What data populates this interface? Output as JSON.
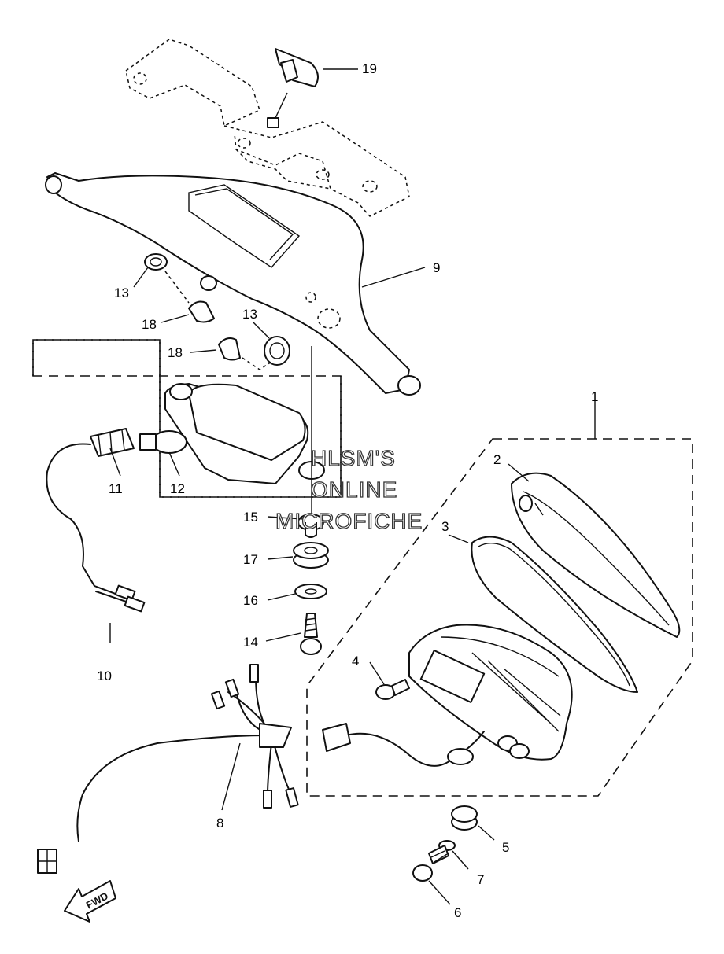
{
  "watermark": {
    "line1": "HLSM'S",
    "line2": "ONLINE",
    "line3": "MICROFICHE"
  },
  "direction_marker": {
    "label": "FWD"
  },
  "callouts": {
    "c1": "1",
    "c2": "2",
    "c3": "3",
    "c4": "4",
    "c5": "5",
    "c6": "6",
    "c7": "7",
    "c8": "8",
    "c9": "9",
    "c10": "10",
    "c11": "11",
    "c12": "12",
    "c13a": "13",
    "c13b": "13",
    "c14": "14",
    "c15": "15",
    "c16": "16",
    "c17": "17",
    "c18a": "18",
    "c18b": "18",
    "c19": "19"
  }
}
